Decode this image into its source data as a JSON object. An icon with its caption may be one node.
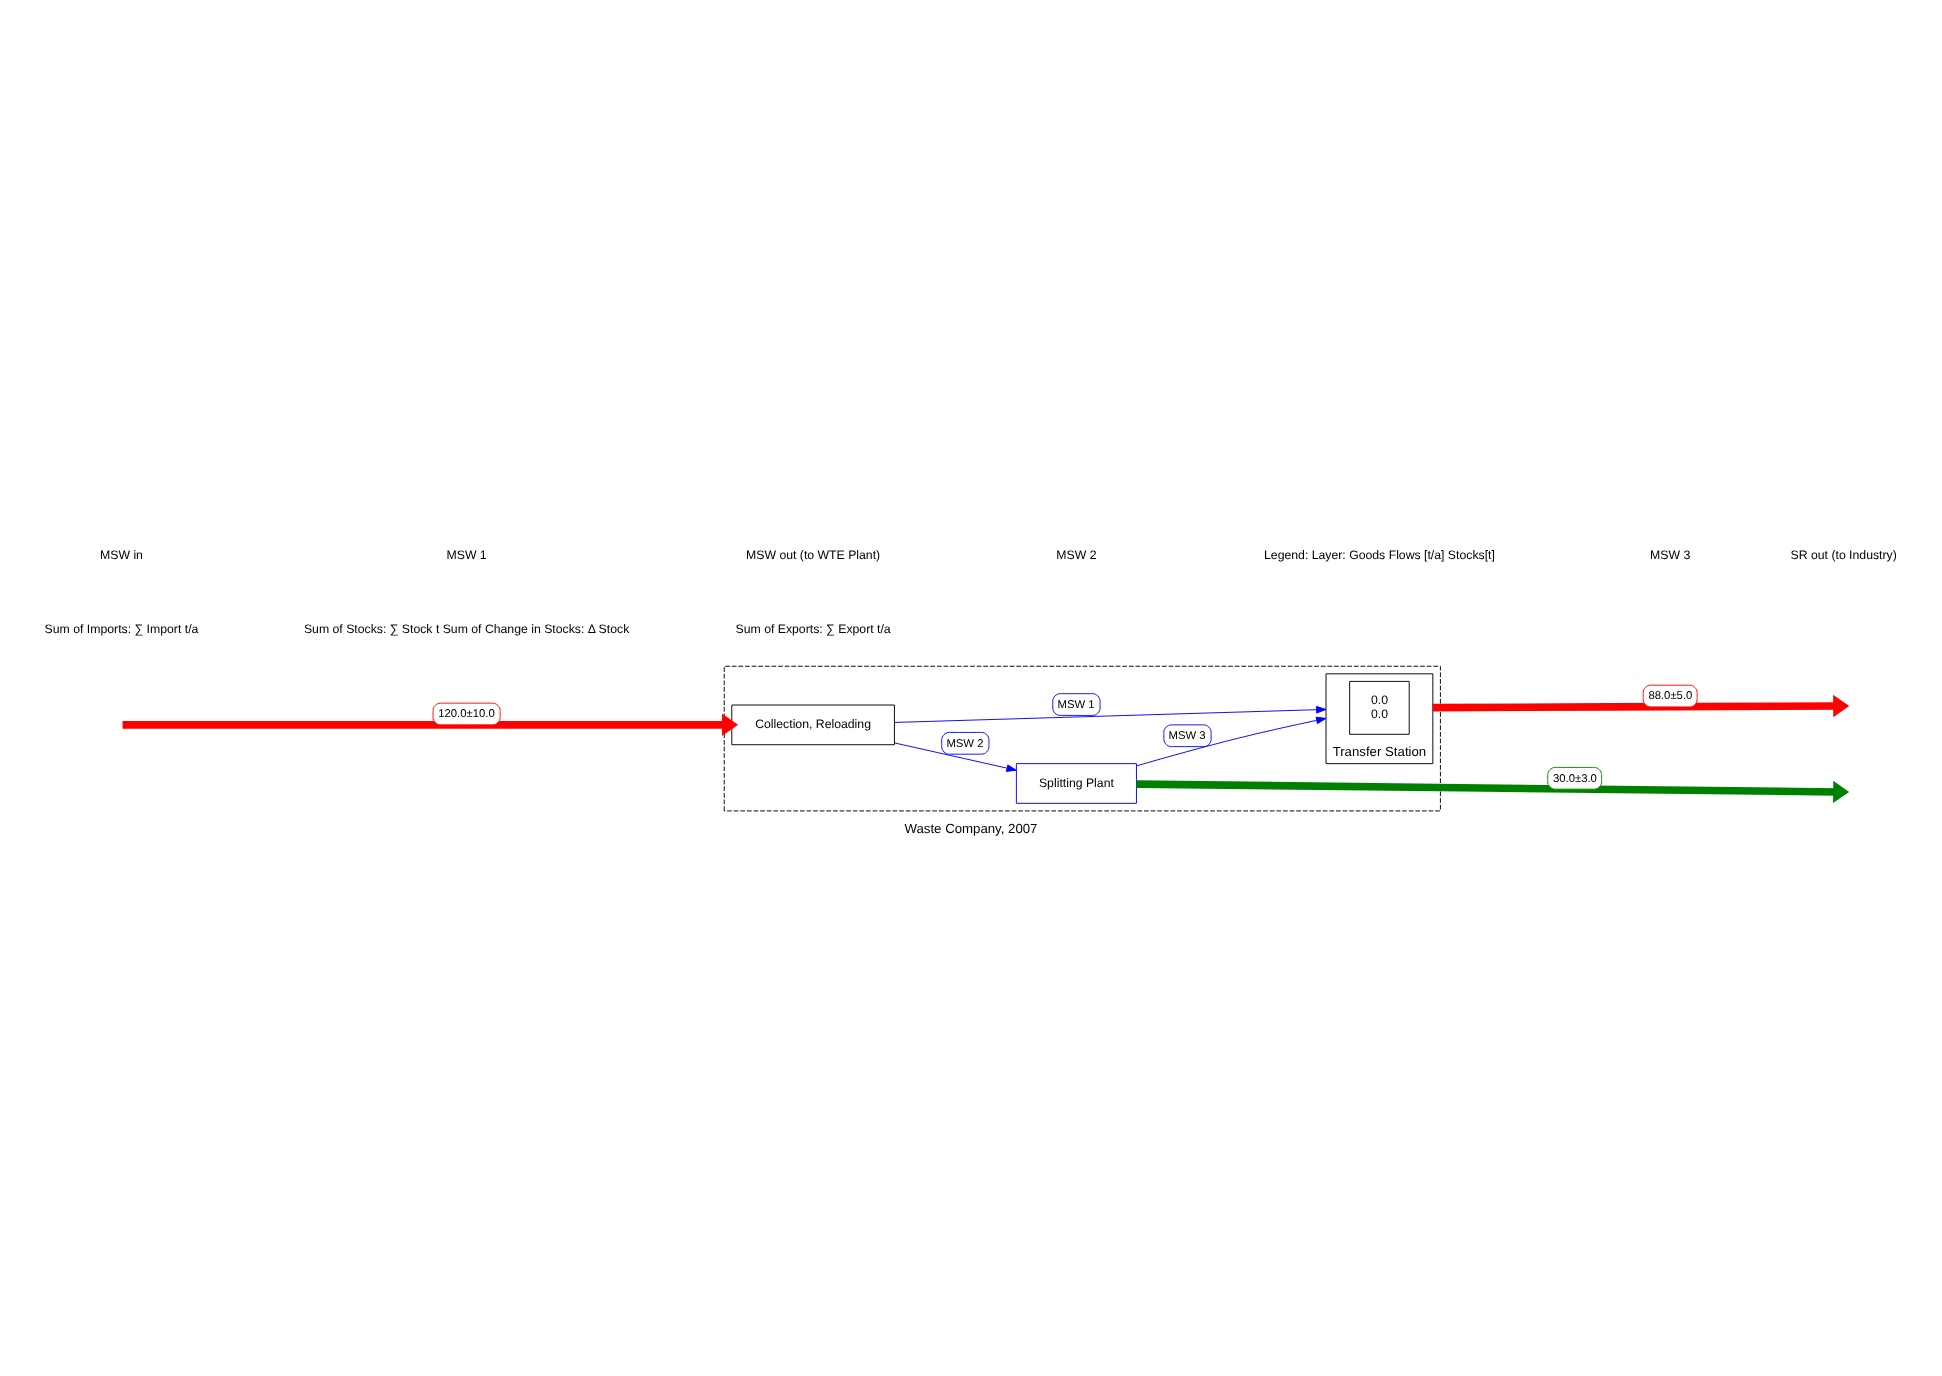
{
  "diagram": {
    "caption": "Waste Company, 2007",
    "nodes": [
      {
        "text": [],
        "shape": "box"
      },
      {
        "text": [
          "Collection, Reloading"
        ],
        "in": 0
      },
      {
        "text": [
          "Transfer Station"
        ],
        "in": 0
      },
      {
        "text": [
          "0.0",
          "0.0"
        ],
        "in": 2
      },
      {
        "text": [
          "Splitting Plant"
        ],
        "in": 0
      }
    ],
    "edges": [
      {
        "from": null,
        "to": 1,
        "arrow": "to",
        "label": "120.0±10.0",
        "style": "thick",
        "color": "#ff0000"
      },
      {
        "from": 1,
        "to": 2,
        "arrow": "to",
        "label": "MSW 1",
        "color": "#0000ff"
      },
      {
        "from": 2,
        "to": null,
        "arrow": "to",
        "label": "88.0±5.0",
        "style": "thick",
        "color": "#ff0000"
      },
      {
        "from": 1,
        "to": 4,
        "arrow": "to",
        "label": "MSW 2",
        "color": "#0000ff"
      },
      {
        "from": 4,
        "to": 2,
        "arrow": "to",
        "label": "MSW 3",
        "color": "#0000ff"
      },
      {
        "from": 4,
        "to": null,
        "arrow": "to",
        "label": "30.0±3.0",
        "style": "thick",
        "color": "#008000"
      }
    ],
    "labels": [
      "Sum of Imports: ∑ Import t/a",
      "Sum of Stocks: ∑ Stock t Sum of Change in Stocks: Δ Stock",
      "Sum of Exports: ∑ Export t/a",
      "MSW in",
      "MSW 1",
      "MSW out (to WTE Plant)",
      "MSW 2",
      "Legend: Layer: Goods Flows [t/a] Stocks[t]",
      "MSW 3",
      "SR out (to Industry)"
    ]
  }
}
